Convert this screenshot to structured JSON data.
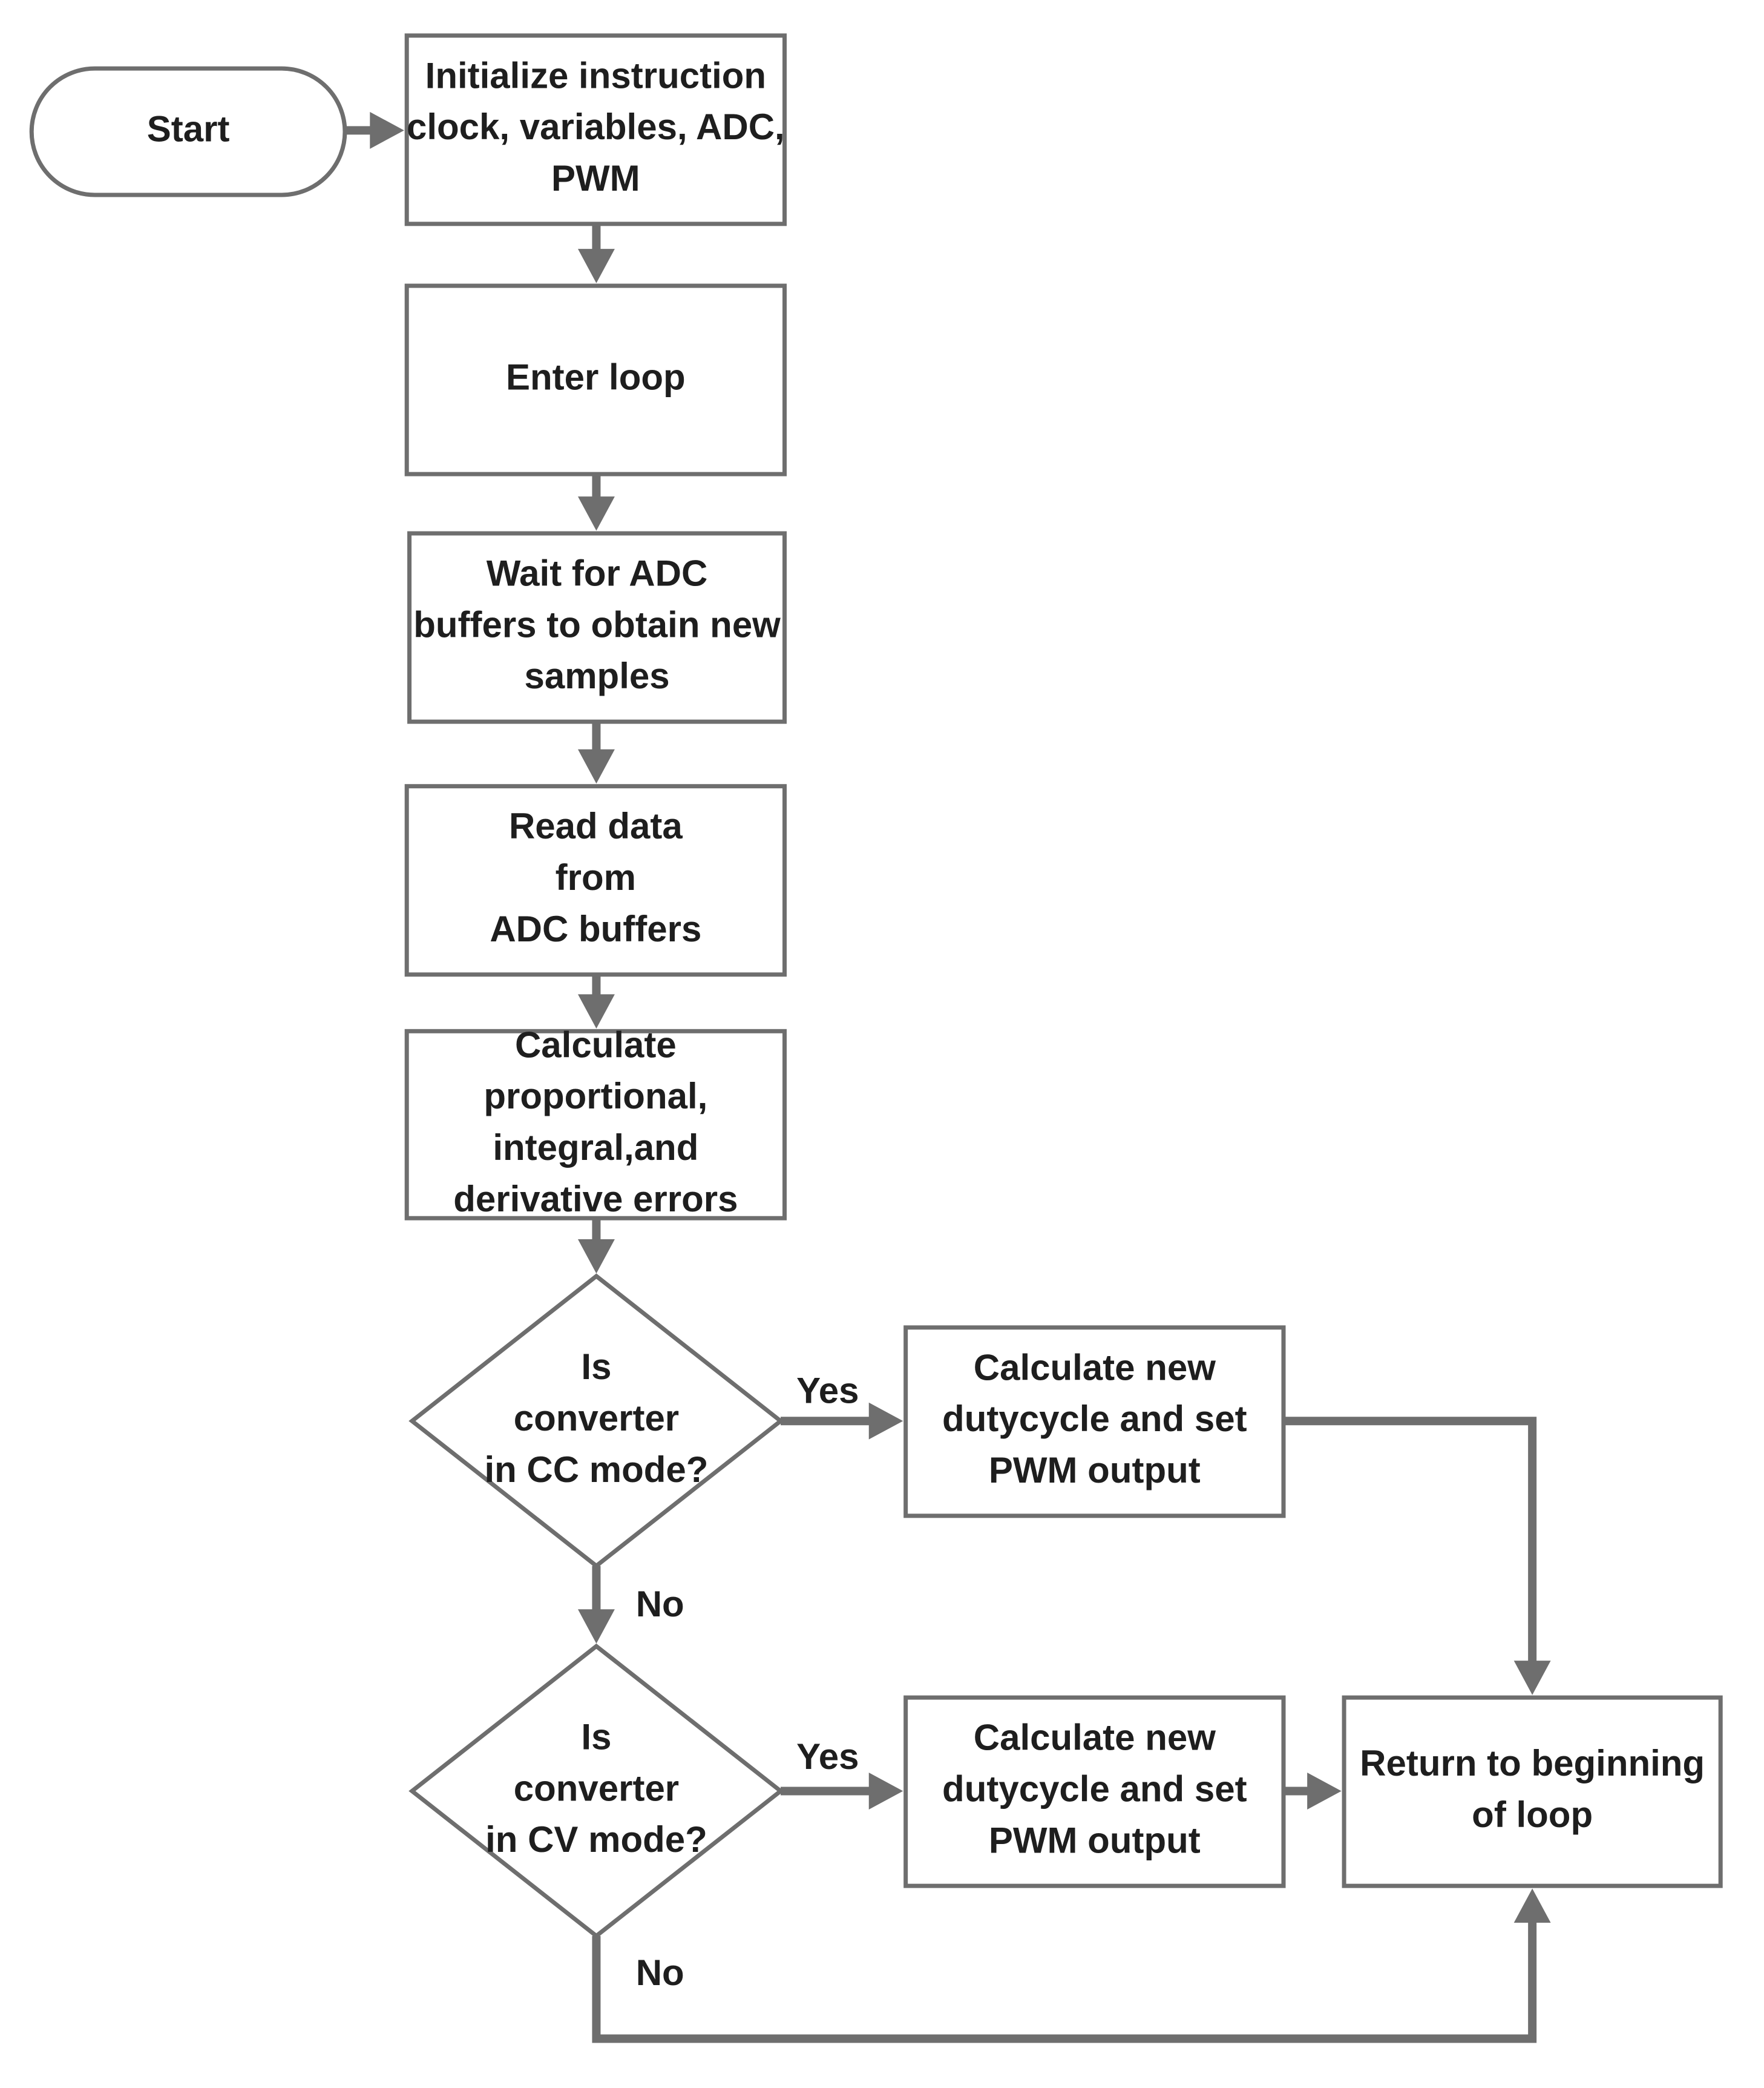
{
  "colors": {
    "stroke": "#6e6e6e",
    "text": "#1e1e1e",
    "background": "#ffffff"
  },
  "nodes": {
    "start": {
      "shape": "terminator",
      "lines": [
        "Start"
      ]
    },
    "init": {
      "shape": "process",
      "lines": [
        "Initialize instruction",
        "clock, variables, ADC,",
        "PWM"
      ]
    },
    "enter_loop": {
      "shape": "process",
      "lines": [
        "Enter loop"
      ]
    },
    "wait_adc": {
      "shape": "process",
      "lines": [
        "Wait for ADC",
        "buffers to obtain new",
        "samples"
      ]
    },
    "read_data": {
      "shape": "process",
      "lines": [
        "Read data",
        "from",
        "ADC buffers"
      ]
    },
    "calc_errors": {
      "shape": "process",
      "lines": [
        "Calculate",
        "proportional,",
        "integral,and",
        "derivative errors"
      ]
    },
    "cc_decision": {
      "shape": "decision",
      "lines": [
        "Is",
        "converter",
        "in CC mode?"
      ]
    },
    "cc_action": {
      "shape": "process",
      "lines": [
        "Calculate new",
        "dutycycle and set",
        "PWM output"
      ]
    },
    "cv_decision": {
      "shape": "decision",
      "lines": [
        "Is",
        "converter",
        "in CV mode?"
      ]
    },
    "cv_action": {
      "shape": "process",
      "lines": [
        "Calculate new",
        "dutycycle and set",
        "PWM output"
      ]
    },
    "return_loop": {
      "shape": "process",
      "lines": [
        "Return to beginning",
        "of loop"
      ]
    }
  },
  "edges": {
    "start_to_init": {
      "from": "start",
      "to": "init"
    },
    "init_to_enter": {
      "from": "init",
      "to": "enter_loop"
    },
    "enter_to_wait": {
      "from": "enter_loop",
      "to": "wait_adc"
    },
    "wait_to_read": {
      "from": "wait_adc",
      "to": "read_data"
    },
    "read_to_calc": {
      "from": "read_data",
      "to": "calc_errors"
    },
    "calc_to_cc": {
      "from": "calc_errors",
      "to": "cc_decision"
    },
    "cc_yes": {
      "from": "cc_decision",
      "to": "cc_action",
      "label": "Yes"
    },
    "cc_no": {
      "from": "cc_decision",
      "to": "cv_decision",
      "label": "No"
    },
    "cc_action_to_return": {
      "from": "cc_action",
      "to": "return_loop"
    },
    "cv_yes": {
      "from": "cv_decision",
      "to": "cv_action",
      "label": "Yes"
    },
    "cv_action_to_return": {
      "from": "cv_action",
      "to": "return_loop"
    },
    "cv_no": {
      "from": "cv_decision",
      "to": "return_loop",
      "label": "No"
    }
  }
}
